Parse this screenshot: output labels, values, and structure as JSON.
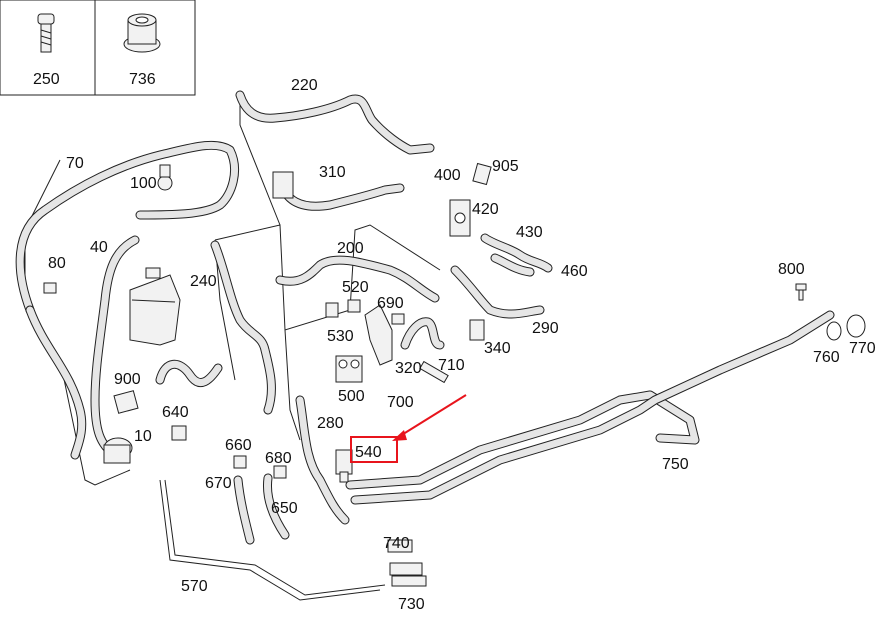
{
  "legend_box": {
    "items": [
      {
        "code": "250",
        "icon": "bolt-icon"
      },
      {
        "code": "736",
        "icon": "nut-icon"
      }
    ]
  },
  "labels": {
    "l70": "70",
    "l100": "100",
    "l40": "40",
    "l80": "80",
    "l900": "900",
    "l10": "10",
    "l640": "640",
    "l240": "240",
    "l220": "220",
    "l310": "310",
    "l200": "200",
    "l520": "520",
    "l530": "530",
    "l690": "690",
    "l500": "500",
    "l320": "320",
    "l710": "710",
    "l700": "700",
    "l280": "280",
    "l540": "540",
    "l660": "660",
    "l680": "680",
    "l670": "670",
    "l650": "650",
    "l570": "570",
    "l740": "740",
    "l730": "730",
    "l400": "400",
    "l905": "905",
    "l420": "420",
    "l430": "430",
    "l460": "460",
    "l290": "290",
    "l340": "340",
    "l800": "800",
    "l760": "760",
    "l770": "770",
    "l750": "750"
  },
  "highlight": {
    "part": "540",
    "box_color": "#e8141c",
    "arrow_color": "#e8141c"
  }
}
